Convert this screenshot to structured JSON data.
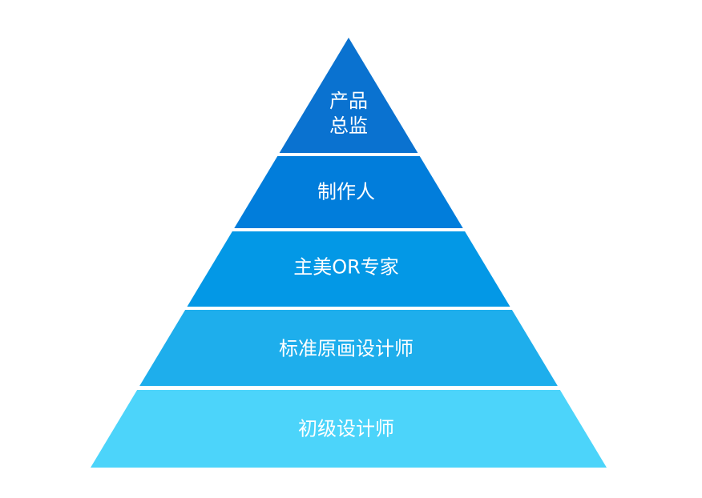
{
  "pyramid": {
    "levels": [
      {
        "label": "产品\n总监",
        "color": "#0a72d0"
      },
      {
        "label": "制作人",
        "color": "#017ddb"
      },
      {
        "label": "主美OR专家",
        "color": "#0398e6"
      },
      {
        "label": "标准原画设计师",
        "color": "#1eaeec"
      },
      {
        "label": "初级设计师",
        "color": "#4cd4fa"
      }
    ]
  }
}
